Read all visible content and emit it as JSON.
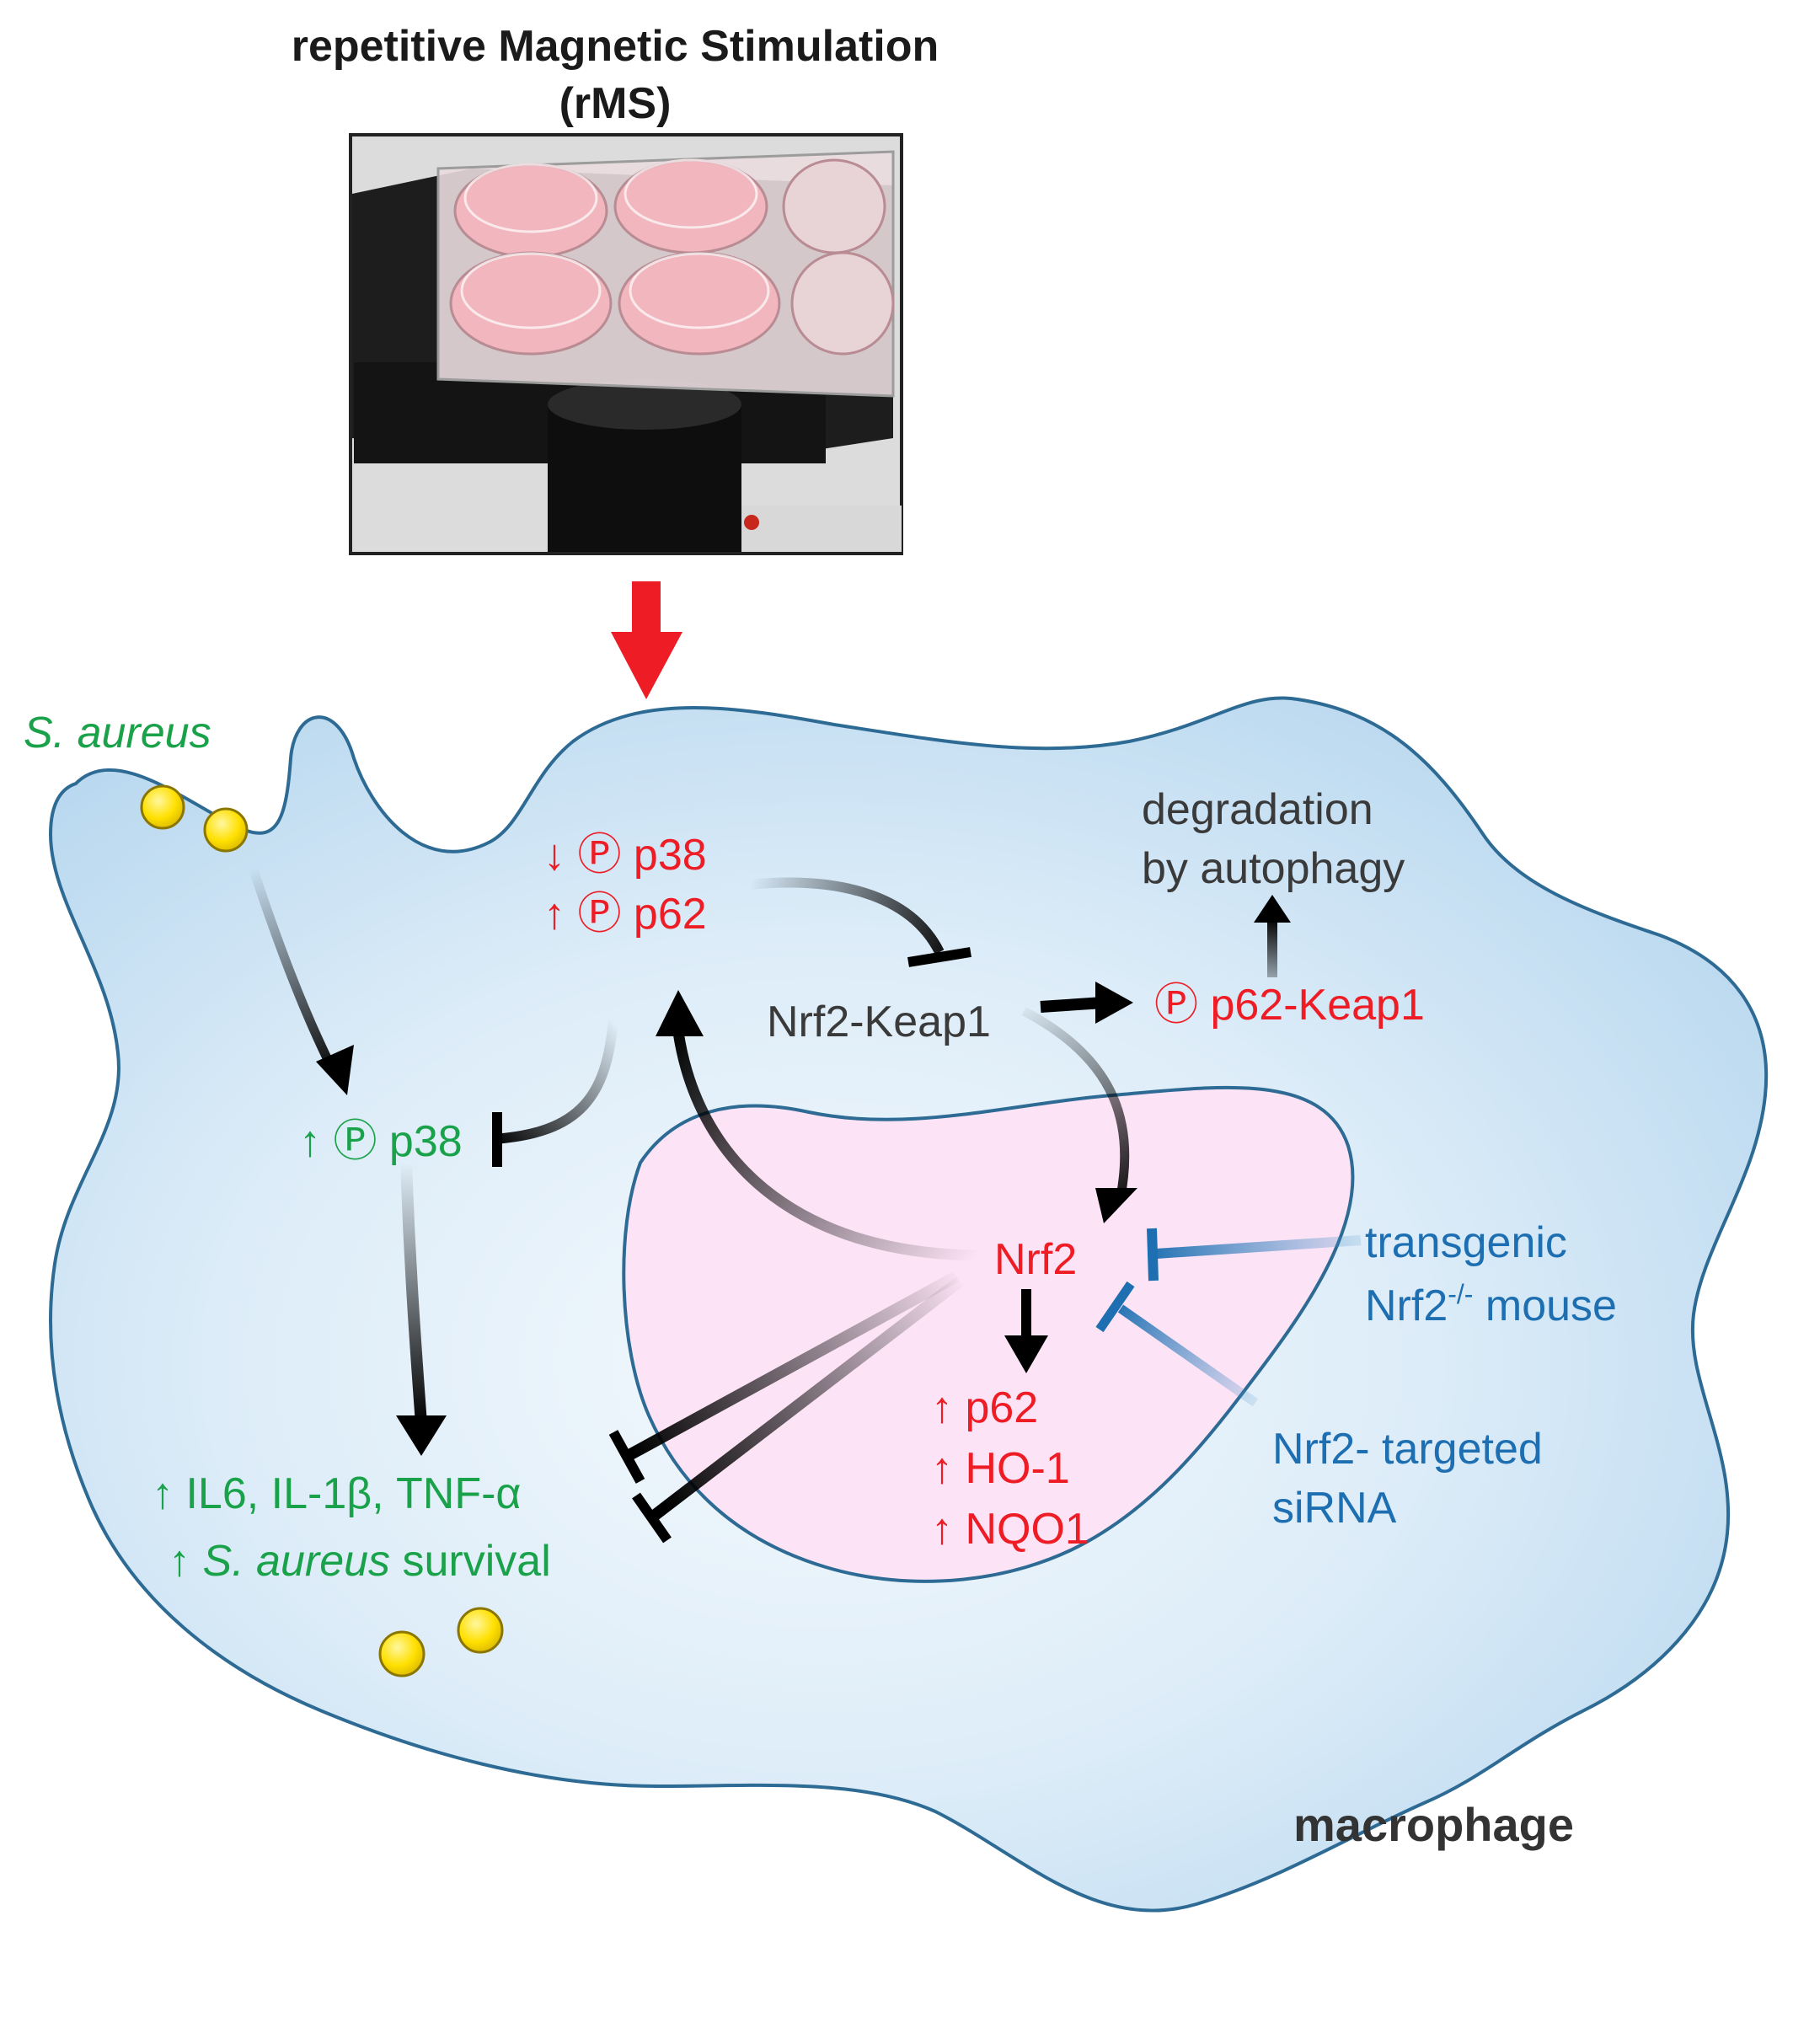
{
  "title": {
    "line1": "repetitive Magnetic Stimulation",
    "line2": "(rMS)"
  },
  "labels": {
    "s_aureus": "S. aureus",
    "p38_down": "↓ Ⓟ p38",
    "p62_up": "↑ Ⓟ p62",
    "nrf2_keap1": "Nrf2-Keap1",
    "p62_keap1": "Ⓟ p62-Keap1",
    "degradation_line1": "degradation",
    "degradation_line2": "by autophagy",
    "p38_up": "↑ Ⓟ p38",
    "nrf2": "Nrf2",
    "transgenic_line1": "transgenic",
    "transgenic_line2_a": "Nrf2",
    "transgenic_line2_sup": "-/-",
    "transgenic_line2_b": " mouse",
    "sirna_line1": "Nrf2- targeted",
    "sirna_line2": "siRNA",
    "target_p62": "↑ p62",
    "target_ho1": "↑ HO-1",
    "target_nqo1": "↑ NQO1",
    "cytokines": "↑ IL6, IL-1β, TNF-α",
    "survival_arrow": "↑ ",
    "survival_italic": "S. aureus",
    "survival_rest": " survival",
    "macrophage": "macrophage"
  },
  "colors": {
    "red": "#ee1c25",
    "green": "#1aa24a",
    "blue": "#1d6fb1",
    "grey": "#3a3a3a",
    "cell_fill": "#c9e2f3",
    "nucleus_fill": "#fbe3f5",
    "bacteria": "#ffe000"
  }
}
